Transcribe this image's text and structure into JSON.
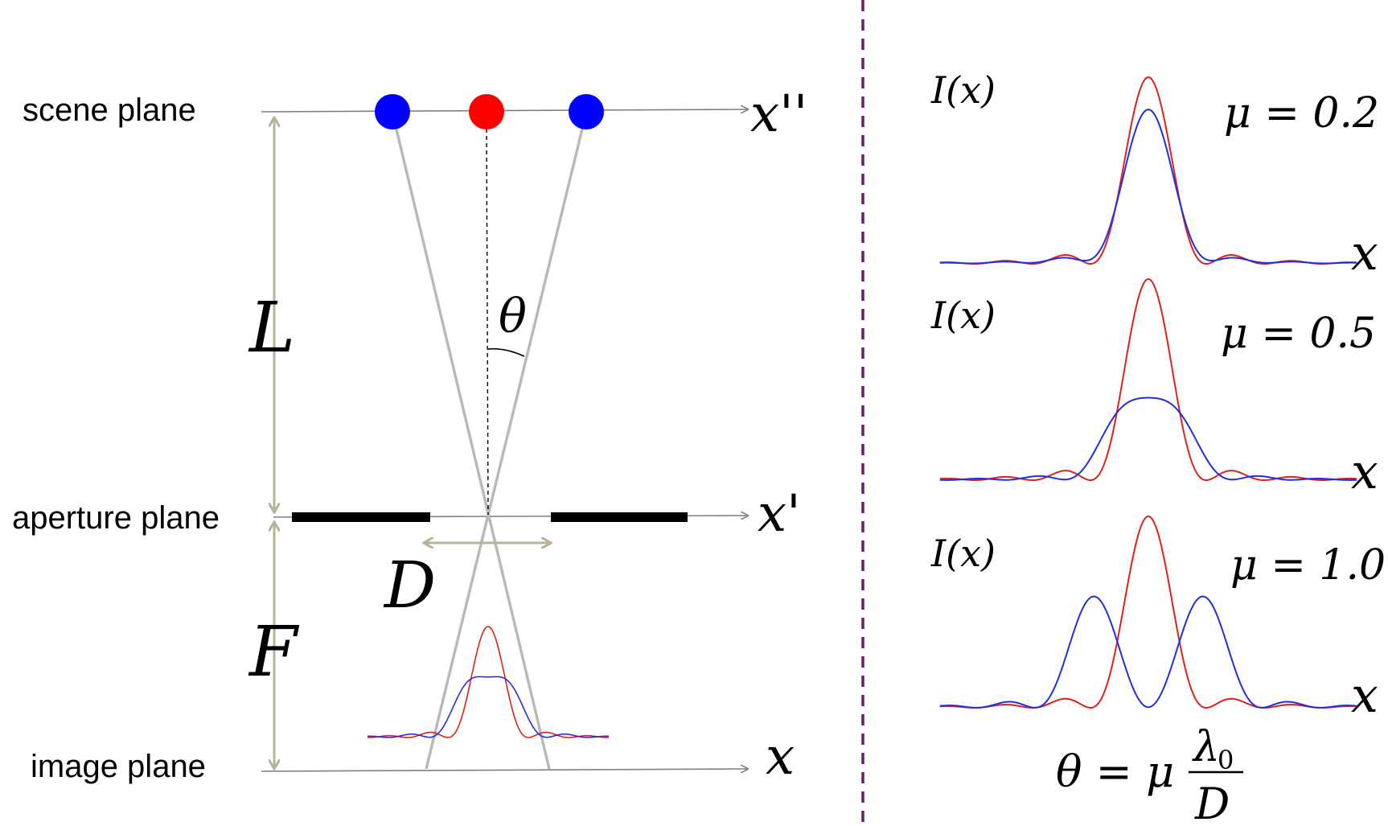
{
  "left_diagram": {
    "plane_labels": {
      "scene": "scene plane",
      "aperture": "aperture plane",
      "image": "image plane"
    },
    "axis_labels": {
      "scene": "x''",
      "aperture": "x'",
      "image": "x"
    },
    "dimension_labels": {
      "L": "L",
      "F": "F",
      "D": "D",
      "theta": "θ"
    },
    "point_colors": {
      "outer": "#0000ff",
      "center": "#ff0000"
    }
  },
  "right_panels": [
    {
      "ylabel": "I(x)",
      "xlabel": "x",
      "mu_label": "μ = 0.2",
      "mu": 0.2
    },
    {
      "ylabel": "I(x)",
      "xlabel": "x",
      "mu_label": "μ = 0.5",
      "mu": 0.5
    },
    {
      "ylabel": "I(x)",
      "xlabel": "x",
      "mu_label": "μ = 1.0",
      "mu": 1.0
    }
  ],
  "formula": {
    "lhs": "θ = μ",
    "numerator": "λ",
    "numerator_sub": "0",
    "denominator": "D"
  },
  "colors": {
    "red_curve": "#e0201c",
    "blue_curve": "#1f2fe0",
    "divider": "#6b1a6b",
    "dimension_arrow": "#b8b396",
    "ray": "#b9b9b9",
    "axis": "#808080"
  }
}
